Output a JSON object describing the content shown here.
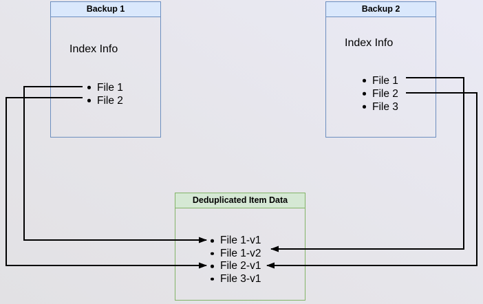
{
  "diagram": {
    "backup1": {
      "title": "Backup 1",
      "section_label": "Index Info",
      "files": [
        "File 1",
        "File 2"
      ]
    },
    "backup2": {
      "title": "Backup 2",
      "section_label": "Index Info",
      "files": [
        "File 1",
        "File 2",
        "File 3"
      ]
    },
    "dedup": {
      "title": "Deduplicated Item Data",
      "items": [
        "File 1-v1",
        "File 1-v2",
        "File 2-v1",
        "File 3-v1"
      ]
    },
    "connections": [
      {
        "from": "Backup 1 / File 1",
        "to": "File 1-v1",
        "side": "left"
      },
      {
        "from": "Backup 1 / File 2",
        "to": "File 2-v1",
        "side": "left"
      },
      {
        "from": "Backup 2 / File 1",
        "to": "File 1-v2",
        "side": "right"
      },
      {
        "from": "Backup 2 / File 2",
        "to": "File 2-v1",
        "side": "right"
      }
    ],
    "colors": {
      "backup_border": "#6c8ebf",
      "backup_header_fill": "#dae8fc",
      "dedup_border": "#82b366",
      "dedup_header_fill": "#d5e8d4",
      "connector": "#000000"
    }
  }
}
